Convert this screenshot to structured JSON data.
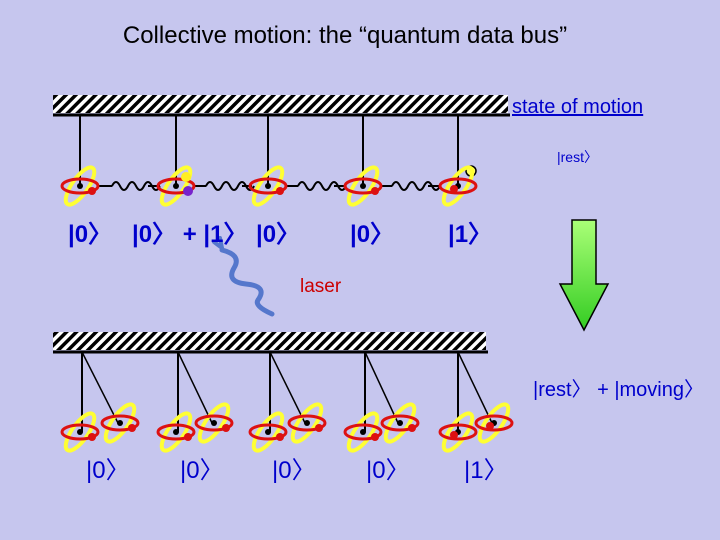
{
  "title": "Collective motion: the “quantum data bus”",
  "state_label": "state of motion",
  "ket_rest": "|rest〉",
  "ket_rest_moving": "|rest〉 + |moving〉",
  "laser_label": "laser",
  "top_qubits": [
    "|0〉",
    "|0〉 + |1〉",
    "|0〉",
    "|0〉",
    "|1〉"
  ],
  "bottom_qubits": [
    "|0〉",
    "|0〉",
    "|0〉",
    "|0〉",
    "|1〉"
  ],
  "colors": {
    "background": "#c6c6ee",
    "ket_text": "#0000cc",
    "laser_text": "#cc0000",
    "orbit_ring": "#dd1111",
    "electron": "#ffff33",
    "arrow_fill": "#55ee33",
    "photon_wave": "#5577cc"
  }
}
